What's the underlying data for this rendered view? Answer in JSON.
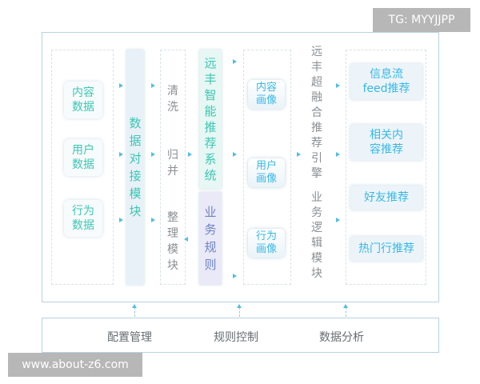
{
  "watermark_top": "TG: MYYJJPP",
  "watermark_bottom": "www.about-z6.com",
  "sources": [
    "内容\n数据",
    "用户\n数据",
    "行为\n数据"
  ],
  "integration_module": [
    "数",
    "据",
    "对",
    "接",
    "模",
    "块"
  ],
  "processing": {
    "clean": [
      "清",
      "洗"
    ],
    "merge": [
      "归",
      "并"
    ],
    "organize": [
      "整",
      "理",
      "模",
      "块"
    ]
  },
  "system": [
    "远",
    "丰",
    "智",
    "能",
    "推",
    "荐",
    "系",
    "统"
  ],
  "business_rules": [
    "业",
    "务",
    "规",
    "则"
  ],
  "profiles": [
    "内容\n画像",
    "用户\n画像",
    "行为\n画像"
  ],
  "engine": [
    "远",
    "丰",
    "超",
    "融",
    "合",
    "推",
    "荐",
    "引",
    "擎"
  ],
  "logic_module": [
    "业",
    "务",
    "逻",
    "辑",
    "模",
    "块"
  ],
  "recommendations": [
    "信息流\nfeed推荐",
    "相关内\n容推荐",
    "好友推荐",
    "热门行推荐"
  ],
  "bottom": [
    "配置管理",
    "规则控制",
    "数据分析"
  ],
  "colors": {
    "green": "#3cc6b3",
    "blue": "#37b8e6",
    "border": "#b8d3df",
    "arrow": "#52bde6"
  }
}
